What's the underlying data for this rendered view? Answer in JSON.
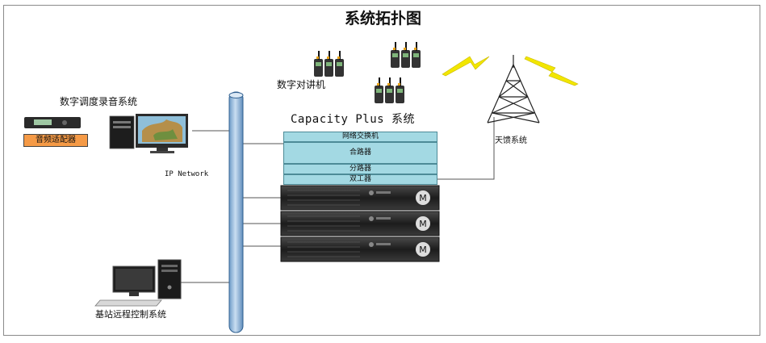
{
  "title": "系统拓扑图",
  "labels": {
    "radios": "数字对讲机",
    "capacity_plus": "Capacity Plus 系统",
    "recording": "数字调度录音系统",
    "audio_adapter": "音频适配器",
    "ip_network": "IP Network",
    "antenna": "天馈系统",
    "remote_control": "基站远程控制系统"
  },
  "stack": {
    "switch": "网络交换机",
    "combiner": "合路器",
    "splitter": "分路器",
    "duplexer": "双工器"
  },
  "colors": {
    "pipe": "#8fb4d6",
    "module": "#a3d9e3",
    "adapter": "#f59a46",
    "lightning": "#f2e600"
  },
  "repeater_count": 3
}
